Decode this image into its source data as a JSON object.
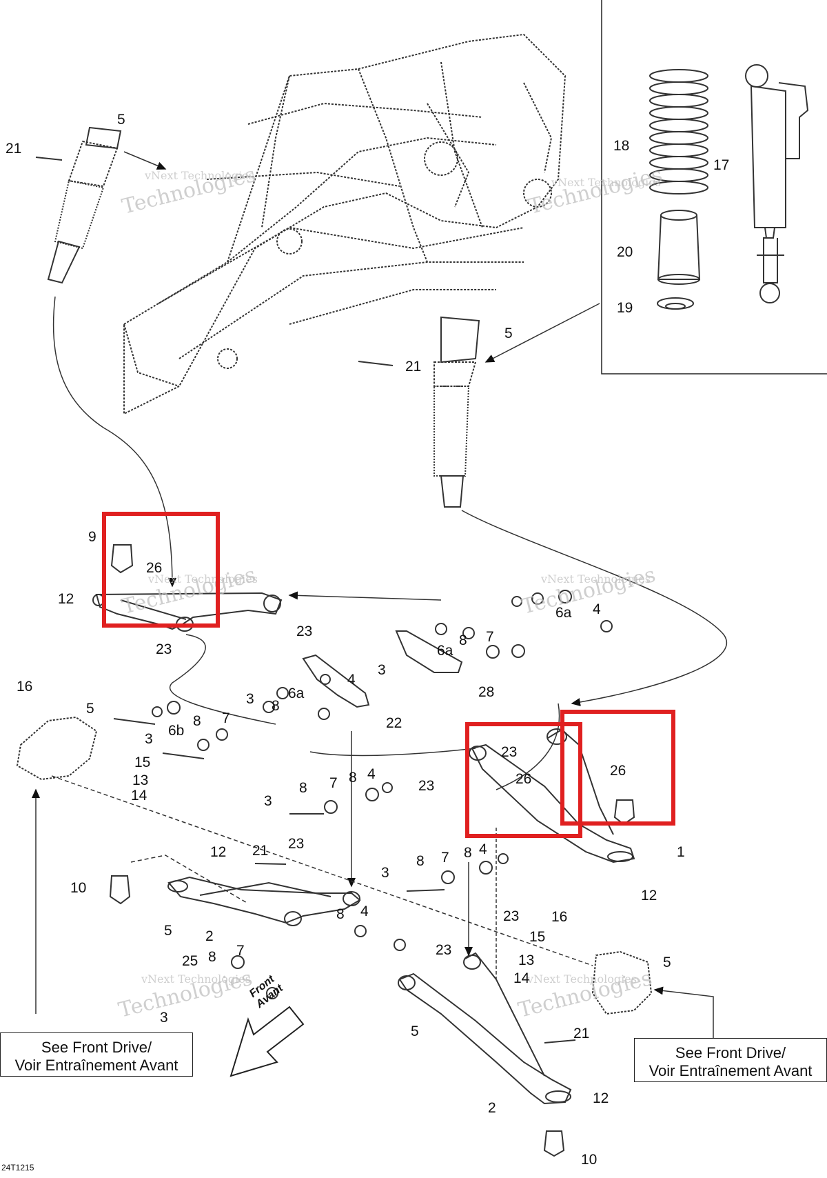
{
  "figure_code": "24T1215",
  "watermark": {
    "line1": "vNext Technologies",
    "line2": "Technologies"
  },
  "front_badge": {
    "line1": "Front",
    "line2": "Avant"
  },
  "reference_boxes": {
    "left": {
      "line1": "See Front Drive/",
      "line2": "Voir Entraînement Avant"
    },
    "right": {
      "line1": "See Front Drive/",
      "line2": "Voir Entraînement Avant"
    }
  },
  "highlight_color": "#e02020",
  "callouts": [
    {
      "id": "c21a",
      "text": "21"
    },
    {
      "id": "c5a",
      "text": "5"
    },
    {
      "id": "c18",
      "text": "18"
    },
    {
      "id": "c17",
      "text": "17"
    },
    {
      "id": "c20",
      "text": "20"
    },
    {
      "id": "c19",
      "text": "19"
    },
    {
      "id": "c5b",
      "text": "5"
    },
    {
      "id": "c21b",
      "text": "21"
    },
    {
      "id": "c9",
      "text": "9"
    },
    {
      "id": "c26a",
      "text": "26"
    },
    {
      "id": "c12a",
      "text": "12"
    },
    {
      "id": "c23a",
      "text": "23"
    },
    {
      "id": "c23b",
      "text": "23"
    },
    {
      "id": "c6a1",
      "text": "6a"
    },
    {
      "id": "c4a",
      "text": "4"
    },
    {
      "id": "c8a",
      "text": "8"
    },
    {
      "id": "c7a",
      "text": "7"
    },
    {
      "id": "c6a2",
      "text": "6a"
    },
    {
      "id": "c3a",
      "text": "3"
    },
    {
      "id": "c28",
      "text": "28"
    },
    {
      "id": "c4b",
      "text": "4"
    },
    {
      "id": "c3b",
      "text": "3"
    },
    {
      "id": "c6a3",
      "text": "6a"
    },
    {
      "id": "c8b",
      "text": "8"
    },
    {
      "id": "c22",
      "text": "22"
    },
    {
      "id": "c16a",
      "text": "16"
    },
    {
      "id": "c5c",
      "text": "5"
    },
    {
      "id": "c6b",
      "text": "6b"
    },
    {
      "id": "c7b",
      "text": "7"
    },
    {
      "id": "c8c",
      "text": "8"
    },
    {
      "id": "c3c",
      "text": "3"
    },
    {
      "id": "c15a",
      "text": "15"
    },
    {
      "id": "c13a",
      "text": "13"
    },
    {
      "id": "c14a",
      "text": "14"
    },
    {
      "id": "c23c",
      "text": "23"
    },
    {
      "id": "c26b",
      "text": "26"
    },
    {
      "id": "c26c",
      "text": "26"
    },
    {
      "id": "c23d",
      "text": "23"
    },
    {
      "id": "c1",
      "text": "1"
    },
    {
      "id": "c3d",
      "text": "3"
    },
    {
      "id": "c8d",
      "text": "8"
    },
    {
      "id": "c7c",
      "text": "7"
    },
    {
      "id": "c8e",
      "text": "8"
    },
    {
      "id": "c4c",
      "text": "4"
    },
    {
      "id": "c12b",
      "text": "12"
    },
    {
      "id": "c21c",
      "text": "21"
    },
    {
      "id": "c23e",
      "text": "23"
    },
    {
      "id": "c10a",
      "text": "10"
    },
    {
      "id": "c5d",
      "text": "5"
    },
    {
      "id": "c2a",
      "text": "2"
    },
    {
      "id": "c8f",
      "text": "8"
    },
    {
      "id": "c4d",
      "text": "4"
    },
    {
      "id": "c3e",
      "text": "3"
    },
    {
      "id": "c8g",
      "text": "8"
    },
    {
      "id": "c7d",
      "text": "7"
    },
    {
      "id": "c8h",
      "text": "8"
    },
    {
      "id": "c4e",
      "text": "4"
    },
    {
      "id": "c12c",
      "text": "12"
    },
    {
      "id": "c23f",
      "text": "23"
    },
    {
      "id": "c16b",
      "text": "16"
    },
    {
      "id": "c15b",
      "text": "15"
    },
    {
      "id": "c13b",
      "text": "13"
    },
    {
      "id": "c14b",
      "text": "14"
    },
    {
      "id": "c5e",
      "text": "5"
    },
    {
      "id": "c23g",
      "text": "23"
    },
    {
      "id": "c8i",
      "text": "8"
    },
    {
      "id": "c7e",
      "text": "7"
    },
    {
      "id": "c25",
      "text": "25"
    },
    {
      "id": "c3f",
      "text": "3"
    },
    {
      "id": "c21d",
      "text": "21"
    },
    {
      "id": "c5f",
      "text": "5"
    },
    {
      "id": "c2b",
      "text": "2"
    },
    {
      "id": "c12d",
      "text": "12"
    },
    {
      "id": "c10b",
      "text": "10"
    }
  ]
}
